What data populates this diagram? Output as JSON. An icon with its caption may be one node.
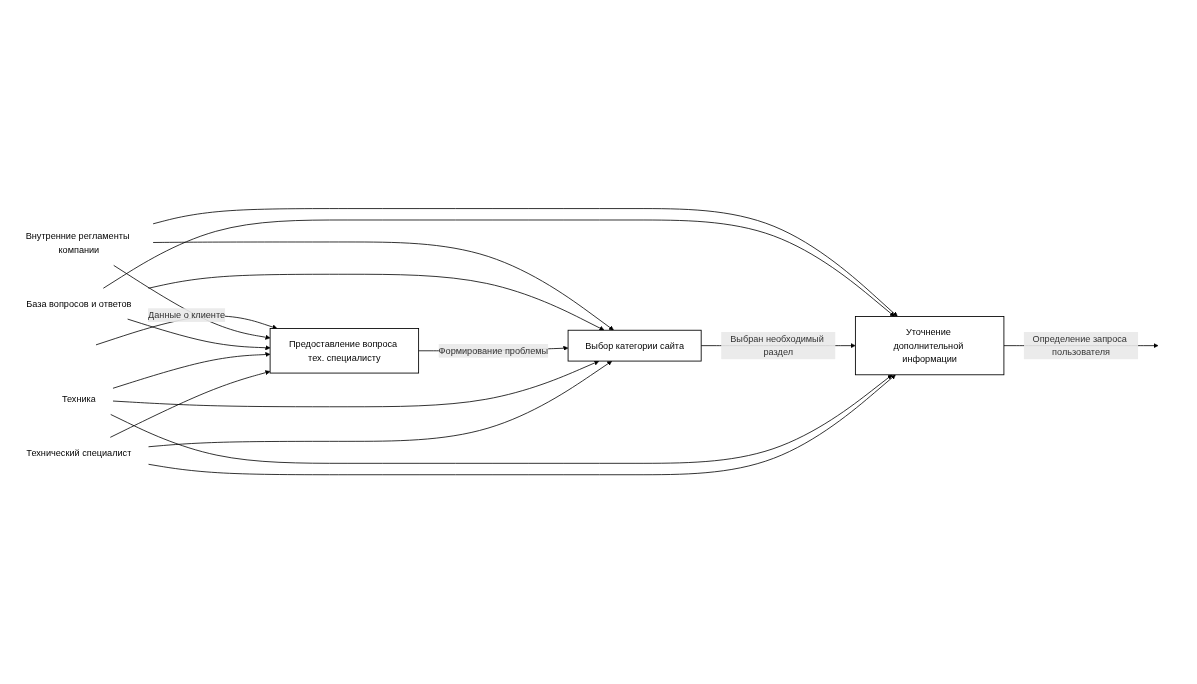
{
  "diagram": {
    "nodes": [
      {
        "text": [
          "Внутренние регламенты компании"
        ]
      },
      {
        "text": [
          "База вопросов и ответов"
        ]
      },
      {
        "text": [
          "Предоставление вопроса тех. специалисту"
        ]
      },
      {
        "text": [
          "Выбор категории сайта"
        ]
      },
      {
        "text": [
          "Уточнение дополнительной информации"
        ]
      },
      {
        "text": [
          "Техника"
        ]
      },
      {
        "text": [
          "Технический специалист"
        ]
      }
    ],
    "edges": [
      {
        "from": null,
        "to": 2,
        "label": "Данные о клиенте",
        "arrow": "to"
      },
      {
        "from": 0,
        "to": 2,
        "arrow": "to"
      },
      {
        "from": 0,
        "to": 3,
        "arrow": "to"
      },
      {
        "from": 0,
        "to": 4,
        "arrow": "to"
      },
      {
        "from": 1,
        "to": 3,
        "arrow": "to"
      },
      {
        "from": 1,
        "to": 2,
        "arrow": "to"
      },
      {
        "from": 1,
        "to": 4,
        "arrow": "to"
      },
      {
        "from": 2,
        "to": 3,
        "label": "Формирование проблемы",
        "arrow": "to"
      },
      {
        "from": 3,
        "to": 4,
        "label": "Выбран необходимый раздел",
        "arrow": "to"
      },
      {
        "from": 4,
        "to": null,
        "label": "Определение запроса пользователя",
        "arrow": "to"
      },
      {
        "from": 5,
        "to": 2,
        "arrow": "to"
      },
      {
        "from": 5,
        "to": 3,
        "arrow": "to"
      },
      {
        "from": 5,
        "to": 4,
        "arrow": "to"
      },
      {
        "from": 6,
        "to": 3,
        "arrow": "to"
      },
      {
        "from": 6,
        "to": 2,
        "arrow": "to"
      },
      {
        "from": 6,
        "to": 4,
        "arrow": "to"
      }
    ]
  }
}
